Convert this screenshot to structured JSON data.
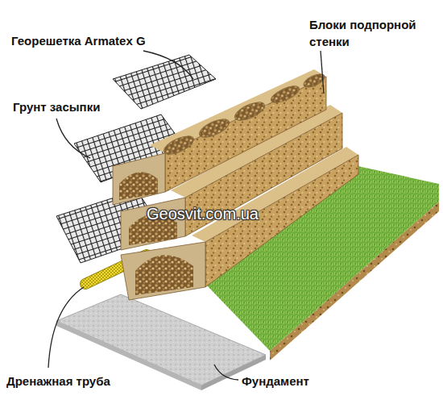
{
  "diagram": {
    "labels": [
      "Георешетка Armatex G",
      "Блоки подпорной стенки",
      "Грунт засыпки",
      "Geosvit.com.ua",
      "Дренажная труба",
      "Фундамент"
    ]
  }
}
